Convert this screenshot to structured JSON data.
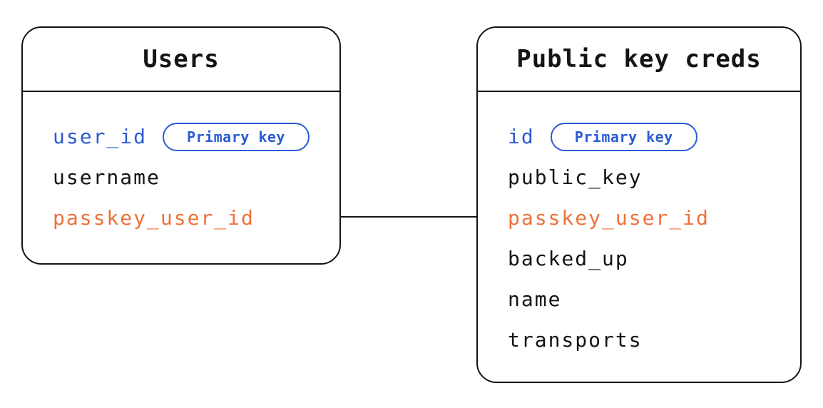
{
  "colors": {
    "blue": "#2a5bd3",
    "orange": "#ed7139",
    "ink": "#141414",
    "background": "#ffffff"
  },
  "tables": [
    {
      "name": "Users",
      "fields": [
        {
          "name": "user_id",
          "badge": "Primary key"
        },
        {
          "name": "username"
        },
        {
          "name": "passkey_user_id"
        }
      ]
    },
    {
      "name": "Public key creds",
      "fields": [
        {
          "name": "id",
          "badge": "Primary key"
        },
        {
          "name": "public_key"
        },
        {
          "name": "passkey_user_id"
        },
        {
          "name": "backed_up"
        },
        {
          "name": "name"
        },
        {
          "name": "transports"
        }
      ]
    }
  ],
  "relation": {
    "from_table": "Users",
    "from_field": "passkey_user_id",
    "to_table": "Public key creds",
    "to_field": "passkey_user_id"
  }
}
